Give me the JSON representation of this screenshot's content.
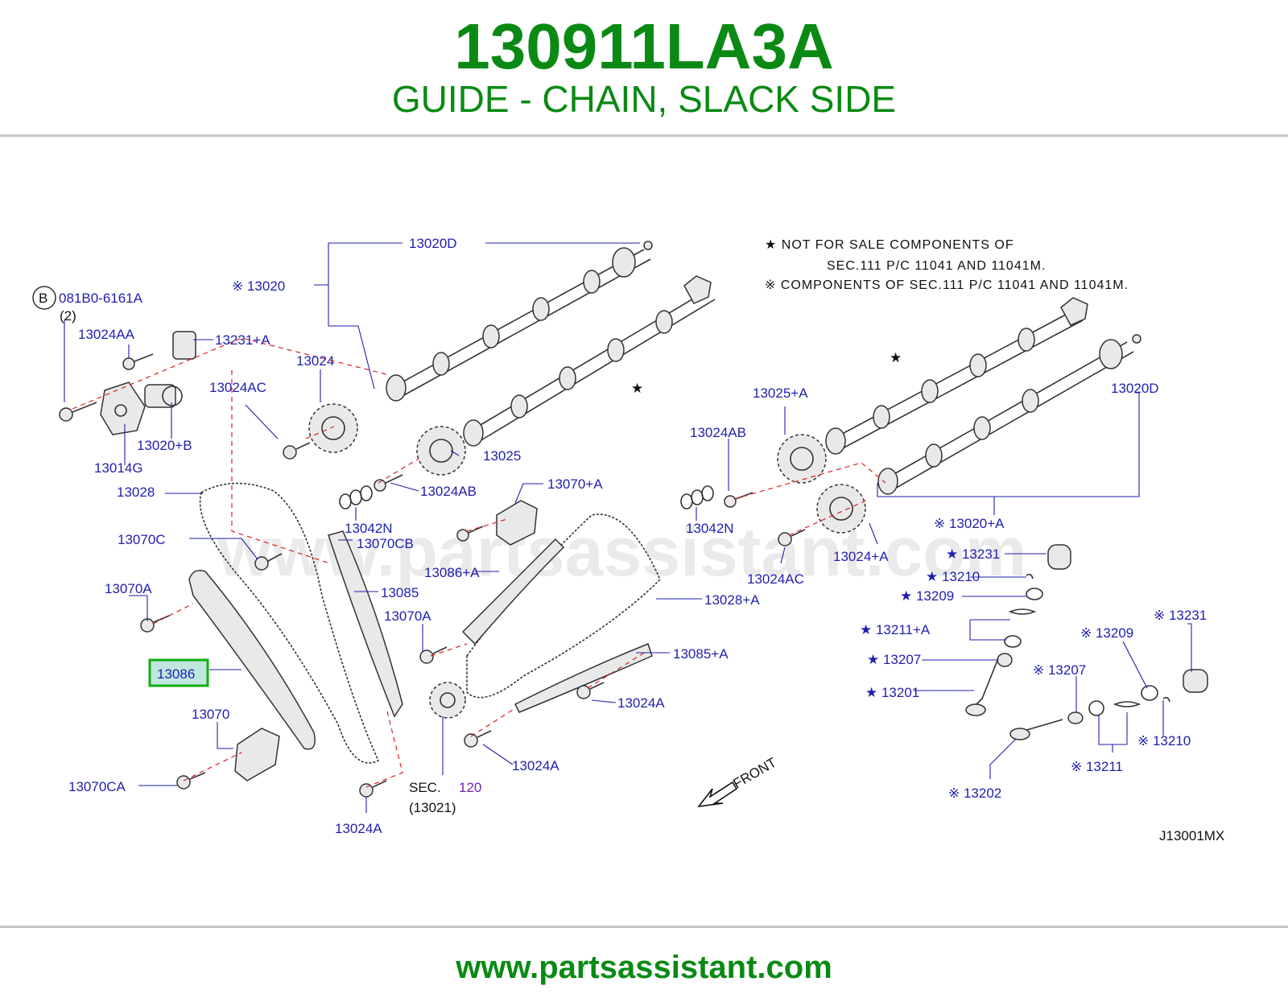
{
  "header": {
    "part_number": "130911LA3A",
    "part_name": "GUIDE - CHAIN, SLACK SIDE"
  },
  "footer": {
    "url": "www.partsassistant.com"
  },
  "watermark": "www.partsassistant.com",
  "notes": {
    "star_line1": "★  NOT  FOR  SALE  COMPONENTS  OF",
    "star_line2": "SEC.111  P/C  11041  AND  11041M.",
    "ref_line": "※ COMPONENTS  OF  SEC.111  P/C  11041  AND  11041M."
  },
  "circled_ref": "B",
  "labels": {
    "l13020D_top": "13020D",
    "l13020": "※ 13020",
    "l081B0": "081B0-6161A",
    "l081B0_qty": "(2)",
    "l13024AA": "13024AA",
    "l13231A_left": "13231+A",
    "l13024": "13024",
    "l13024AC_left": "13024AC",
    "l13020B": "13020+B",
    "l13014G": "13014G",
    "l13025": "13025",
    "l13028": "13028",
    "l13024AB_mid": "13024AB",
    "l13042N_left": "13042N",
    "l13070C": "13070C",
    "l13070CB": "13070CB",
    "l13070A_left": "13070A",
    "l13085": "13085",
    "l13070A_mid": "13070A",
    "l13086": "13086",
    "l13070": "13070",
    "l13070CA": "13070CA",
    "l13024A_bottom": "13024A",
    "l13070pA": "13070+A",
    "l13086pA": "13086+A",
    "l13028pA": "13028+A",
    "l13085pA": "13085+A",
    "l13024A_mid": "13024A",
    "l13024A_low": "13024A",
    "l13025pA": "13025+A",
    "l13024AB_right": "13024AB",
    "l13042N_right": "13042N",
    "l13024AC_right": "13024AC",
    "l13024pA": "13024+A",
    "l13020D_right": "13020D",
    "l13020pA": "※ 13020+A",
    "l13231_star": "★ 13231",
    "l13210_star": "★ 13210",
    "l13209_star": "★ 13209",
    "l13211A_star": "★ 13211+A",
    "l13207_star": "★ 13207",
    "l13201_star": "★ 13201",
    "l13231_ref": "※ 13231",
    "l13209_ref": "※ 13209",
    "l13207_ref": "※ 13207",
    "l13210_ref": "※ 13210",
    "l13211_ref": "※ 13211",
    "l13202_ref": "※ 13202",
    "sec_text": "SEC.",
    "sec_num": "120",
    "sec_sub": "(13021)",
    "front": "FRONT",
    "drawing_id": "J13001MX"
  }
}
